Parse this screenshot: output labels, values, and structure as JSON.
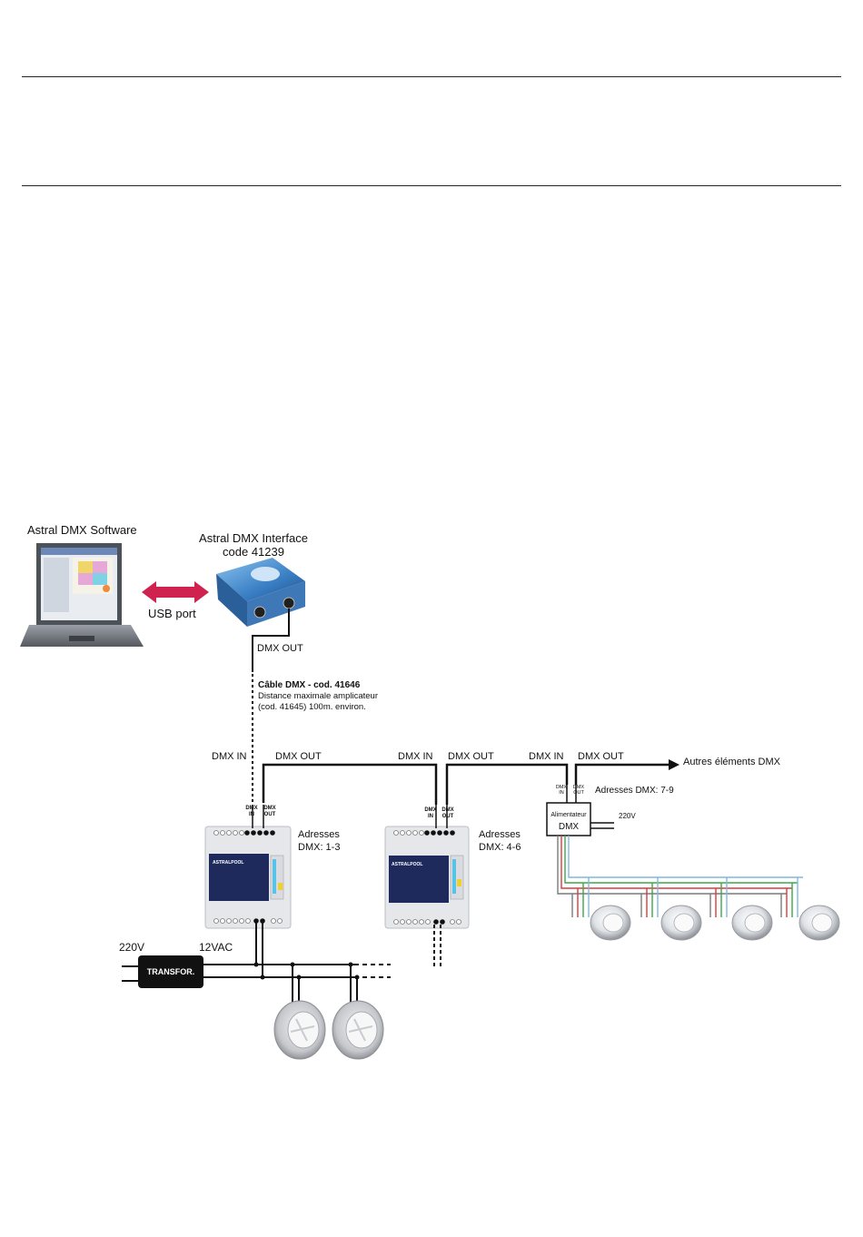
{
  "software": {
    "label": "Astral DMX Software"
  },
  "usb": {
    "label": "USB port"
  },
  "interface": {
    "title": "Astral DMX Interface",
    "code": "code 41239",
    "out_label": "DMX OUT"
  },
  "cable": {
    "title": "Câble DMX - cod. 41646",
    "line1": "Distance maximale amplicateur",
    "line2": "(cod. 41645) 100m. environ."
  },
  "bus": {
    "dmx_in": "DMX IN",
    "dmx_out": "DMX OUT",
    "others": "Autres éléments DMX"
  },
  "terminal": {
    "in": "DMX",
    "in2": "IN",
    "out": "DMX",
    "out2": "OUT"
  },
  "module1": {
    "line1": "Adresses",
    "line2": "DMX: 1-3",
    "brand": "ASTRALPOOL"
  },
  "module2": {
    "line1": "Adresses",
    "line2": "DMX: 4-6",
    "brand": "ASTRALPOOL"
  },
  "feeder": {
    "address": "Adresses DMX: 7-9",
    "name": "Alimentateur",
    "label": "DMX",
    "power": "220V"
  },
  "transformer": {
    "label": "TRANSFOR.",
    "in": "220V",
    "out": "12VAC"
  },
  "colors": {
    "arrow": "#d0224e",
    "bus": "#111111",
    "module_panel": "#1e2a5c",
    "dev_blue": "#3a7fc4"
  }
}
